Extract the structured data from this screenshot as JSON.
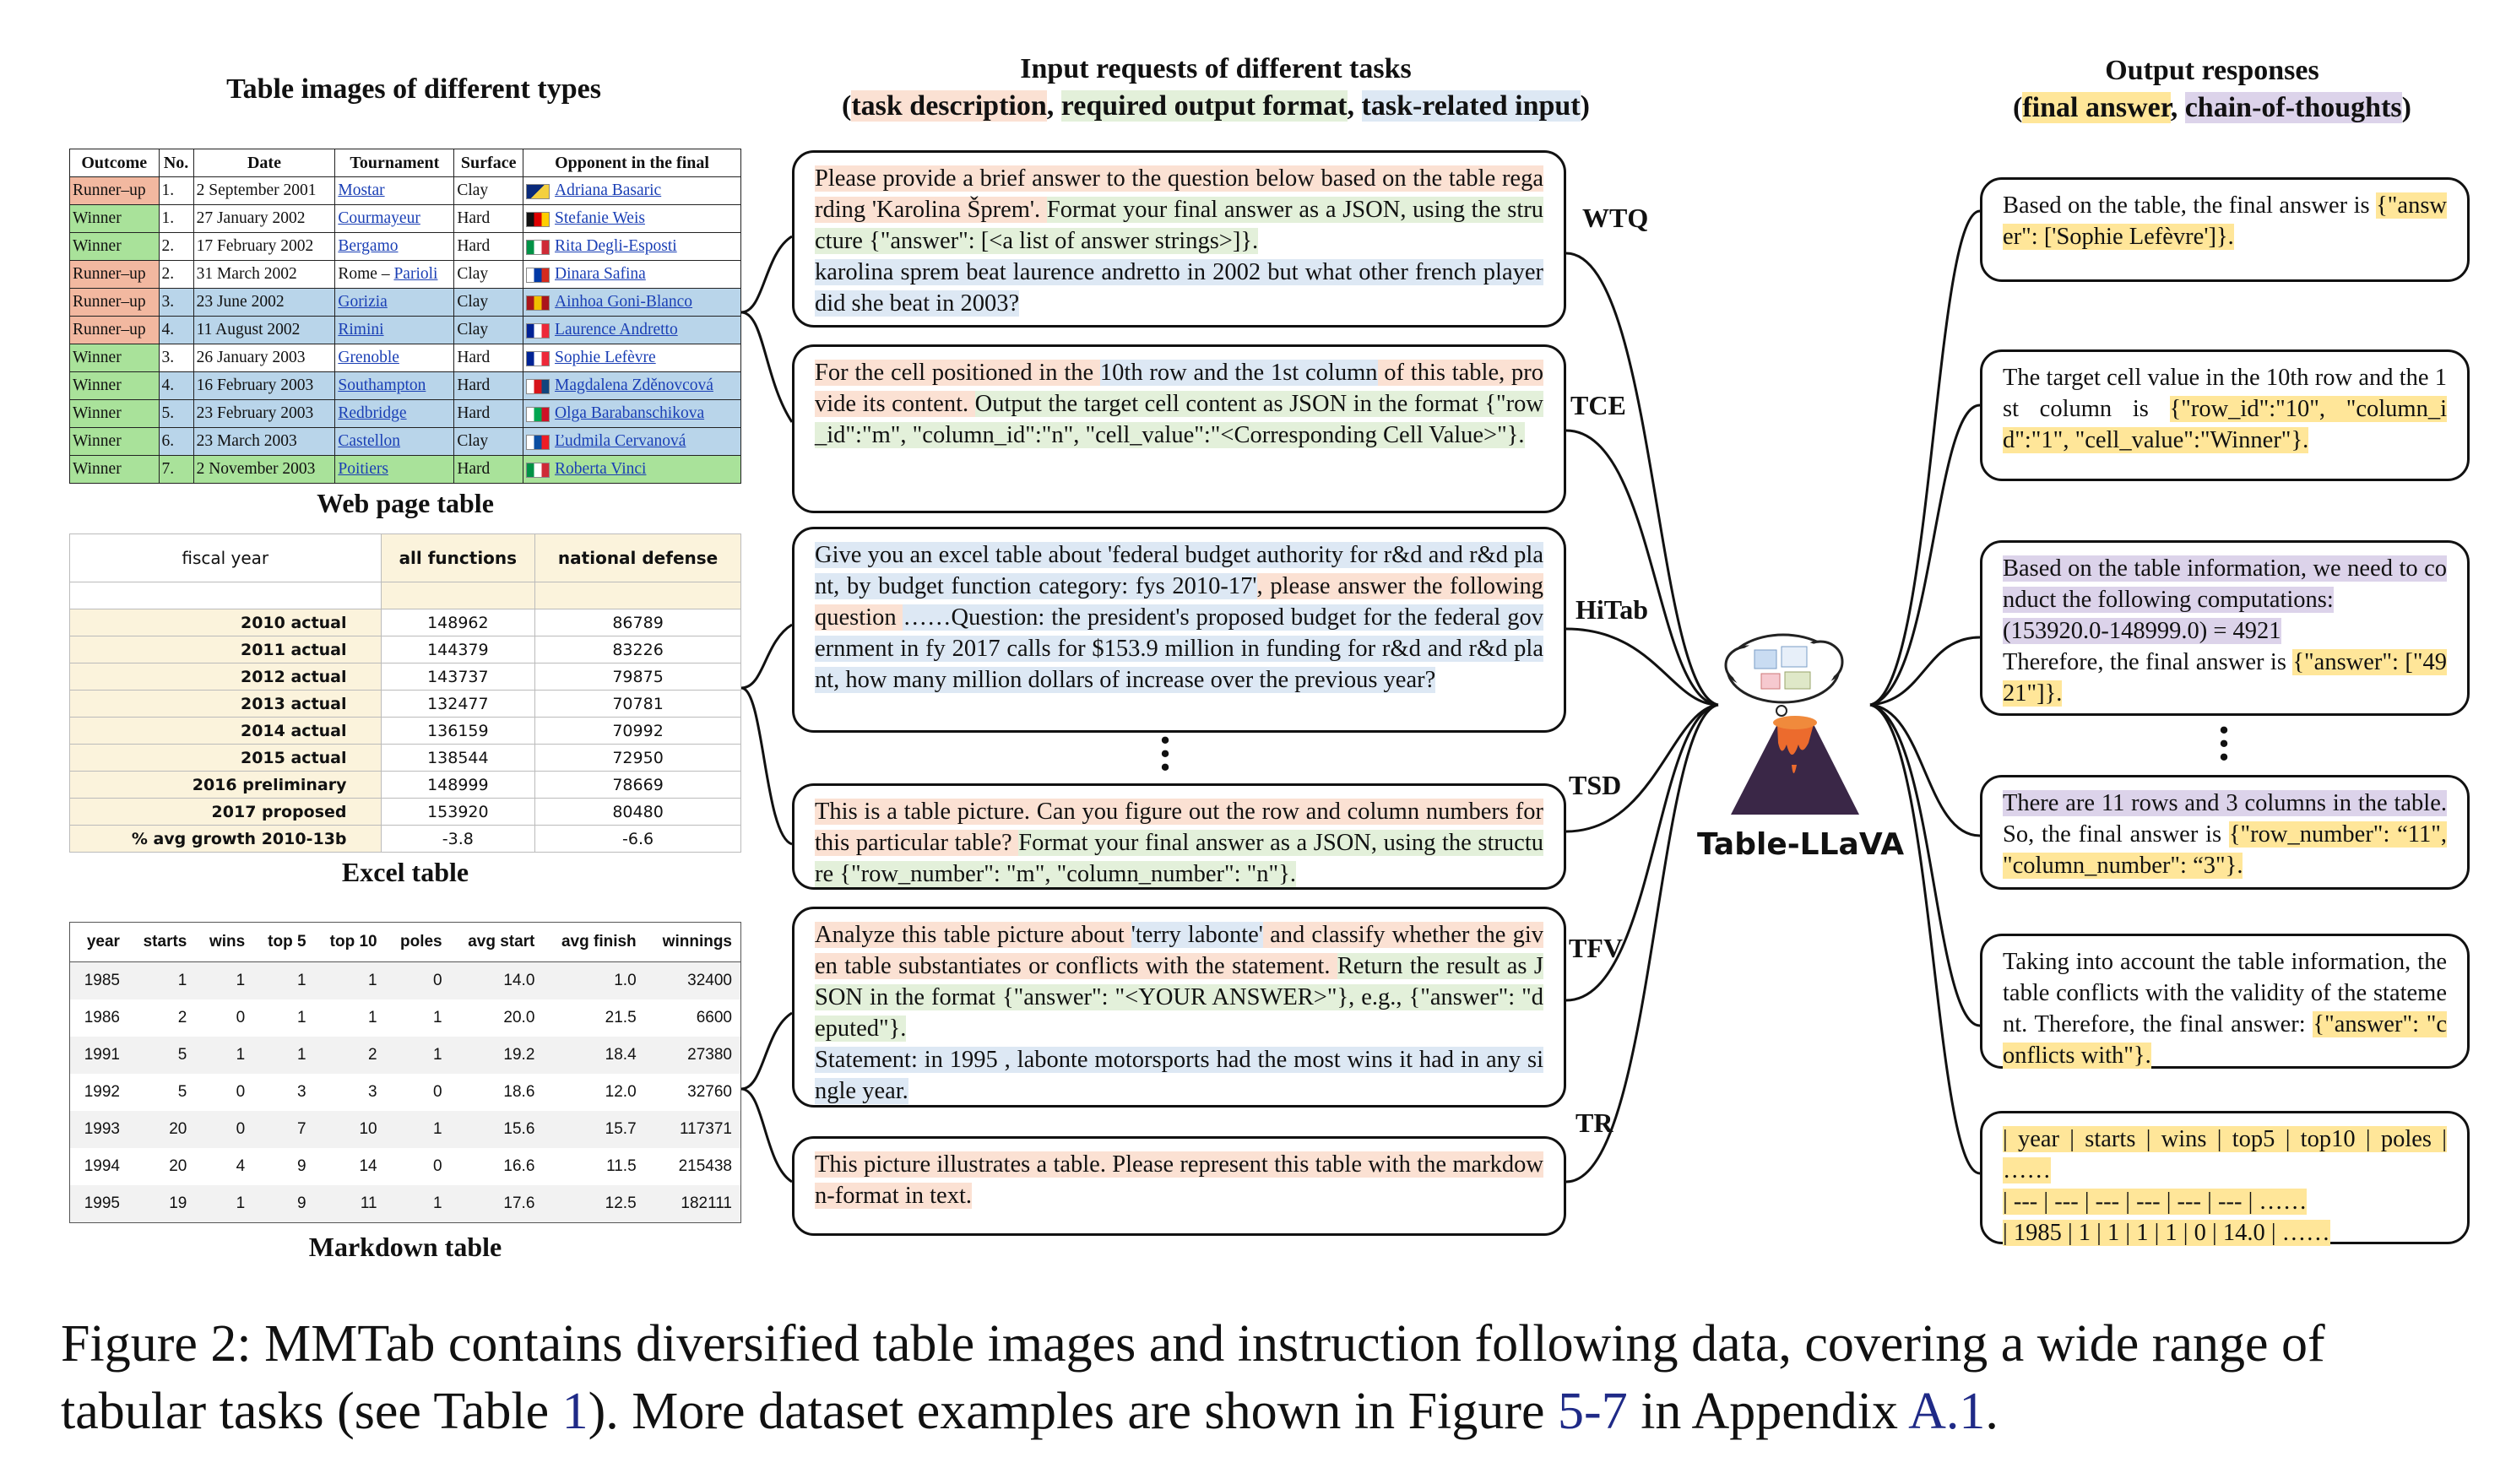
{
  "headers": {
    "left": "Table images of different types",
    "middle_line1": "Input requests of different tasks",
    "middle_open": "(",
    "middle_part1": "task description",
    "middle_sep1": ", ",
    "middle_part2": "required output format",
    "middle_sep2": ", ",
    "middle_part3": "task-related input",
    "middle_close": ")",
    "right_line1": "Output responses",
    "right_open": "(",
    "right_part1": "final answer",
    "right_sep": ", ",
    "right_part2": "chain-of-thoughts",
    "right_close": ")"
  },
  "captions": {
    "web": "Web page table",
    "excel": "Excel table",
    "markdown": "Markdown table"
  },
  "web_table": {
    "columns": [
      "Outcome",
      "No.",
      "Date",
      "Tournament",
      "Surface",
      "Opponent in the final"
    ],
    "rows": [
      {
        "outcome": "Runner–up",
        "no": "1.",
        "date": "2 September 2001",
        "tournament": "Mostar",
        "tourn_plain": "",
        "surface": "Clay",
        "opponent": "Adriana Basaric",
        "ocolor": "o-ru",
        "rowclass": "row-w",
        "flag": [
          "#0a2a7a",
          "#f4d03f"
        ]
      },
      {
        "outcome": "Winner",
        "no": "1.",
        "date": "27 January 2002",
        "tournament": "Courmayeur",
        "tourn_plain": "",
        "surface": "Hard",
        "opponent": "Stefanie Weis",
        "ocolor": "o-w",
        "rowclass": "row-w",
        "flag": [
          "#111111",
          "#dd0000",
          "#ffce00"
        ]
      },
      {
        "outcome": "Winner",
        "no": "2.",
        "date": "17 February 2002",
        "tournament": "Bergamo",
        "tourn_plain": "",
        "surface": "Hard",
        "opponent": "Rita Degli-Esposti",
        "ocolor": "o-w",
        "rowclass": "row-w",
        "flag": [
          "#009246",
          "#ffffff",
          "#ce2b37"
        ]
      },
      {
        "outcome": "Runner–up",
        "no": "2.",
        "date": "31 March 2002",
        "tournament": "Parioli",
        "tourn_plain": "Rome – ",
        "surface": "Clay",
        "opponent": "Dinara Safina",
        "ocolor": "o-ru",
        "rowclass": "row-w",
        "flag": [
          "#ffffff",
          "#0039a6",
          "#d52b1e"
        ]
      },
      {
        "outcome": "Runner–up",
        "no": "3.",
        "date": "23 June 2002",
        "tournament": "Gorizia",
        "tourn_plain": "",
        "surface": "Clay",
        "opponent": "Ainhoa Goni-Blanco",
        "ocolor": "o-ru",
        "rowclass": "row-wb",
        "flag": [
          "#aa151b",
          "#f1bf00",
          "#aa151b"
        ]
      },
      {
        "outcome": "Runner–up",
        "no": "4.",
        "date": "11 August 2002",
        "tournament": "Rimini",
        "tourn_plain": "",
        "surface": "Clay",
        "opponent": "Laurence Andretto",
        "ocolor": "o-ru",
        "rowclass": "row-wb",
        "flag": [
          "#002395",
          "#ffffff",
          "#ed2939"
        ]
      },
      {
        "outcome": "Winner",
        "no": "3.",
        "date": "26 January 2003",
        "tournament": "Grenoble",
        "tourn_plain": "",
        "surface": "Hard",
        "opponent": "Sophie Lefèvre",
        "ocolor": "o-w",
        "rowclass": "row-w",
        "flag": [
          "#002395",
          "#ffffff",
          "#ed2939"
        ]
      },
      {
        "outcome": "Winner",
        "no": "4.",
        "date": "16 February 2003",
        "tournament": "Southampton",
        "tourn_plain": "",
        "surface": "Hard",
        "opponent": "Magdalena Zděnovcová",
        "ocolor": "o-w",
        "rowclass": "row-wb",
        "flag": [
          "#ffffff",
          "#d7141a",
          "#11457e"
        ]
      },
      {
        "outcome": "Winner",
        "no": "5.",
        "date": "23 February 2003",
        "tournament": "Redbridge",
        "tourn_plain": "",
        "surface": "Hard",
        "opponent": "Olga Barabanschikova",
        "ocolor": "o-w",
        "rowclass": "row-wb",
        "flag": [
          "#ffffff",
          "#00a651",
          "#ce1126"
        ]
      },
      {
        "outcome": "Winner",
        "no": "6.",
        "date": "23 March 2003",
        "tournament": "Castellon",
        "tourn_plain": "",
        "surface": "Clay",
        "opponent": "Ľudmila Cervanová",
        "ocolor": "o-w",
        "rowclass": "row-wb",
        "flag": [
          "#ffffff",
          "#0b4ea2",
          "#ee1c25"
        ]
      },
      {
        "outcome": "Winner",
        "no": "7.",
        "date": "2 November 2003",
        "tournament": "Poitiers",
        "tourn_plain": "",
        "surface": "Hard",
        "opponent": "Roberta Vinci",
        "ocolor": "o-w",
        "rowclass": "row-g",
        "flag": [
          "#009246",
          "#ffffff",
          "#ce2b37"
        ]
      }
    ]
  },
  "excel_table": {
    "columns": [
      "fiscal year",
      "all functions",
      "national defense"
    ],
    "rows": [
      [
        "2010 actual",
        "148962",
        "86789"
      ],
      [
        "2011 actual",
        "144379",
        "83226"
      ],
      [
        "2012 actual",
        "143737",
        "79875"
      ],
      [
        "2013 actual",
        "132477",
        "70781"
      ],
      [
        "2014 actual",
        "136159",
        "70992"
      ],
      [
        "2015 actual",
        "138544",
        "72950"
      ],
      [
        "2016 preliminary",
        "148999",
        "78669"
      ],
      [
        "2017 proposed",
        "153920",
        "80480"
      ],
      [
        "% avg growth 2010-13b",
        "-3.8",
        "-6.6"
      ]
    ]
  },
  "markdown_table": {
    "columns": [
      "year",
      "starts",
      "wins",
      "top 5",
      "top 10",
      "poles",
      "avg start",
      "avg finish",
      "winnings"
    ],
    "rows": [
      [
        "1985",
        "1",
        "1",
        "1",
        "1",
        "0",
        "14.0",
        "1.0",
        "32400"
      ],
      [
        "1986",
        "2",
        "0",
        "1",
        "1",
        "1",
        "20.0",
        "21.5",
        "6600"
      ],
      [
        "1991",
        "5",
        "1",
        "1",
        "2",
        "1",
        "19.2",
        "18.4",
        "27380"
      ],
      [
        "1992",
        "5",
        "0",
        "3",
        "3",
        "0",
        "18.6",
        "12.0",
        "32760"
      ],
      [
        "1993",
        "20",
        "0",
        "7",
        "10",
        "1",
        "15.6",
        "15.7",
        "117371"
      ],
      [
        "1994",
        "20",
        "4",
        "9",
        "14",
        "0",
        "16.6",
        "11.5",
        "215438"
      ],
      [
        "1995",
        "19",
        "1",
        "9",
        "11",
        "1",
        "17.6",
        "12.5",
        "182111"
      ]
    ]
  },
  "requests": [
    {
      "task": "WTQ",
      "segments": [
        {
          "c": "pk",
          "t": "Please provide a brief answer to the question below based on the table regarding 'Karolina Šprem'. "
        },
        {
          "c": "gr",
          "t": "Format your final answer as a JSON, using the structure {\"answer\": [<a list of answer strings>]}."
        },
        {
          "c": "br",
          "t": ""
        },
        {
          "c": "bl",
          "t": "karolina sprem beat laurence andretto in 2002 but what other french player did she beat in 2003?"
        }
      ]
    },
    {
      "task": "TCE",
      "segments": [
        {
          "c": "pk",
          "t": "For the cell positioned in the "
        },
        {
          "c": "bl",
          "t": "10th row and the 1st column"
        },
        {
          "c": "pk",
          "t": " of this table, provide its content. "
        },
        {
          "c": "gr",
          "t": "Output the target cell content as JSON in the format {\"row_id\":\"m\", \"column_id\":\"n\", \"cell_value\":\"<Corresponding Cell Value>\"}."
        }
      ]
    },
    {
      "task": "HiTab",
      "segments": [
        {
          "c": "bl",
          "t": "Give you an excel table about 'federal budget authority for r&d and r&d plant, by budget function category: fys 2010-17'"
        },
        {
          "c": "pk",
          "t": ", please answer the following question "
        },
        {
          "c": "bl",
          "t": "……Question: the president's proposed budget for the federal government in fy 2017 calls for $153.9 million in funding for r&d and r&d plant, how many million dollars of increase over the previous year?"
        }
      ]
    },
    {
      "task": "TSD",
      "segments": [
        {
          "c": "pk",
          "t": "This is a table picture. Can you figure out the row and column numbers for this particular table? "
        },
        {
          "c": "gr",
          "t": "Format your final answer as a JSON, using the structure {\"row_number\": \"m\", \"column_number\": \"n\"}."
        }
      ]
    },
    {
      "task": "TFV",
      "segments": [
        {
          "c": "pk",
          "t": "Analyze this table picture about "
        },
        {
          "c": "bl",
          "t": "'terry labonte'"
        },
        {
          "c": "pk",
          "t": " and classify whether the given table substantiates or conflicts with the statement. "
        },
        {
          "c": "gr",
          "t": "Return the result as JSON in the format {\"answer\": \"<YOUR ANSWER>\"}, e.g., {\"answer\": \"deputed\"}."
        },
        {
          "c": "br",
          "t": ""
        },
        {
          "c": "bl",
          "t": "Statement: in 1995 , labonte motorsports had the most wins it had in any single year."
        }
      ]
    },
    {
      "task": "TR",
      "segments": [
        {
          "c": "pk",
          "t": "This picture illustrates a table. Please represent this table with the markdown-format in text."
        }
      ]
    }
  ],
  "responses": [
    {
      "segments": [
        {
          "c": "",
          "t": "Based on the table, the final answer is "
        },
        {
          "c": "yl",
          "t": "{\"answer\": ['Sophie Lefèvre']}."
        }
      ]
    },
    {
      "segments": [
        {
          "c": "",
          "t": "The target cell value in the 10th row and the 1st column is "
        },
        {
          "c": "yl",
          "t": "{\"row_id\":\"10\", \"column_id\":\"1\", \"cell_value\":\"Winner\"}."
        }
      ]
    },
    {
      "segments": [
        {
          "c": "pu",
          "t": "Based on the table information, we need to conduct the following computations:"
        },
        {
          "c": "br",
          "t": ""
        },
        {
          "c": "pu",
          "t": " (153920.0-148999.0) = 4921"
        },
        {
          "c": "br",
          "t": ""
        },
        {
          "c": "",
          "t": " Therefore, the final answer is "
        },
        {
          "c": "yl",
          "t": "{\"answer\": [\"4921\"]}."
        }
      ]
    },
    {
      "segments": [
        {
          "c": "pu",
          "t": "There are 11 rows and 3 columns in the table."
        },
        {
          "c": "",
          "t": " So, the final answer is "
        },
        {
          "c": "yl",
          "t": "{\"row_number\": “11\", \"column_number\": “3\"}."
        }
      ]
    },
    {
      "segments": [
        {
          "c": "",
          "t": "Taking into account the table information, the table conflicts with the validity of the statement. Therefore, the final answer: "
        },
        {
          "c": "yl",
          "t": "{\"answer\": \"conflicts with\"}."
        }
      ]
    },
    {
      "segments": [
        {
          "c": "yl",
          "t": "| year | starts | wins | top5 | top10 | poles | ……"
        },
        {
          "c": "br",
          "t": ""
        },
        {
          "c": "yl",
          "t": "| --- | --- | --- | --- | --- | --- | ……"
        },
        {
          "c": "br",
          "t": ""
        },
        {
          "c": "yl",
          "t": "| 1985 | 1 | 1 | 1 | 1 | 0 | 14.0 | ……"
        }
      ]
    }
  ],
  "model_name": "Table-LLaVA",
  "caption": {
    "p1": "Figure 2: MMTab contains diversified table images and instruction following data, covering a wide range of tabular tasks (see Table ",
    "ref1": "1",
    "p2": "). More dataset examples are shown in Figure ",
    "ref2": "5",
    "dash": "-",
    "ref3": "7",
    "p3": " in Appendix ",
    "ref4": "A.1",
    "p4": "."
  }
}
